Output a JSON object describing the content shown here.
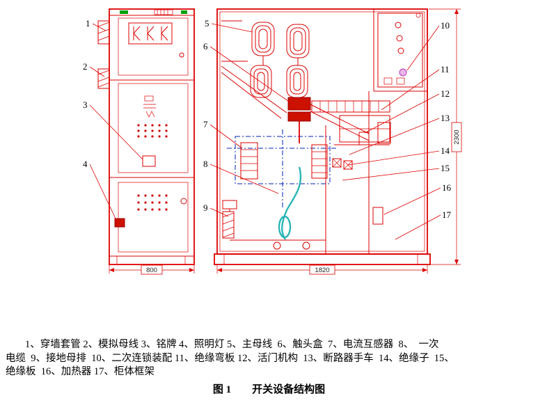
{
  "figure": {
    "caption_label": "图 1",
    "caption_title": "开关设备结构图"
  },
  "parts_list": {
    "lines": [
      "1、穿墙套管 2、模拟母线 3、铭牌 4、照明灯 5、主母线  6、触头盒  7、电流互感器  8、  一次",
      "电缆  9、接地母排  10、二次连锁装配 11、绝缘弯板 12、活门机构  13、断路器手车  14、绝缘子  15、",
      "绝缘板  16、加热器 17、柜体框架"
    ]
  },
  "callouts": [
    "1",
    "2",
    "3",
    "4",
    "5",
    "6",
    "7",
    "8",
    "9",
    "10",
    "11",
    "12",
    "13",
    "14",
    "15",
    "16",
    "17"
  ],
  "dimensions": {
    "front_width": "800",
    "side_width": "1820",
    "side_height": "2300"
  },
  "colors": {
    "drawing_red": "#dd0000",
    "handcart_blue": "#0022bb",
    "cable_cyan": "#2ab5b5",
    "indicator_magenta": "#bb33bb",
    "top_mark_green": "#00a000"
  }
}
